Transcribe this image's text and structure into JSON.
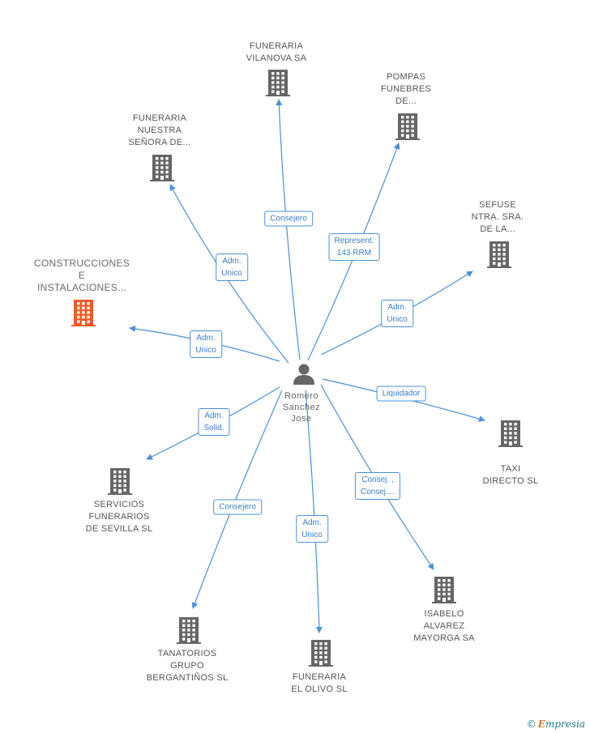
{
  "person": {
    "name_lines": [
      "Romero",
      "Sanchez",
      "Jose"
    ]
  },
  "companies": [
    {
      "id": "construcciones",
      "lines": [
        "CONSTRUCCIONES",
        "E",
        "INSTALACIONES..."
      ],
      "color": "#f05a28",
      "main": true
    },
    {
      "id": "nuestra-senora",
      "lines": [
        "FUNERARIA",
        "NUESTRA",
        "SEÑORA DE..."
      ],
      "color": "#666666"
    },
    {
      "id": "vilanova",
      "lines": [
        "FUNERARIA",
        "VILANOVA SA"
      ],
      "color": "#666666"
    },
    {
      "id": "pompas",
      "lines": [
        "POMPAS",
        "FUNEBRES",
        "DE..."
      ],
      "color": "#666666"
    },
    {
      "id": "sefuse",
      "lines": [
        "SEFUSE",
        "NTRA.  SRA.",
        "DE LA..."
      ],
      "color": "#666666"
    },
    {
      "id": "taxi",
      "lines": [
        "TAXI",
        "DIRECTO SL"
      ],
      "color": "#666666"
    },
    {
      "id": "isabelo",
      "lines": [
        "ISABELO",
        "ALVAREZ",
        "MAYORGA SA"
      ],
      "color": "#666666"
    },
    {
      "id": "olivo",
      "lines": [
        "FUNERARIA",
        "EL OLIVO SL"
      ],
      "color": "#666666"
    },
    {
      "id": "tanatorios",
      "lines": [
        "TANATORIOS",
        "GRUPO",
        "BERGANTIÑOS SL"
      ],
      "color": "#666666"
    },
    {
      "id": "servicios",
      "lines": [
        "SERVICIOS",
        "FUNERARIOS",
        "DE SEVILLA SL"
      ],
      "color": "#666666"
    }
  ],
  "relations": [
    {
      "to": "construcciones",
      "label": [
        "Adm.",
        "Unico"
      ]
    },
    {
      "to": "nuestra-senora",
      "label": [
        "Adm.",
        "Unico"
      ]
    },
    {
      "to": "vilanova",
      "label": [
        "Consejero"
      ]
    },
    {
      "to": "pompas",
      "label": [
        "Represent.",
        "143 RRM"
      ]
    },
    {
      "to": "sefuse",
      "label": [
        "Adm.",
        "Unico"
      ]
    },
    {
      "to": "taxi",
      "label": [
        "Liquidador"
      ]
    },
    {
      "to": "isabelo",
      "label": [
        "Consej. ,",
        "Consej...."
      ]
    },
    {
      "to": "olivo",
      "label": [
        "Adm.",
        "Unico"
      ]
    },
    {
      "to": "tanatorios",
      "label": [
        "Consejero"
      ]
    },
    {
      "to": "servicios",
      "label": [
        "Adm.",
        "Solid."
      ]
    }
  ],
  "colors": {
    "edge": "#4a90d9",
    "building": "#666666",
    "highlight": "#f05a28"
  },
  "watermark": {
    "copyright": "©",
    "brand_first": "E",
    "brand_rest": "mpresia"
  }
}
